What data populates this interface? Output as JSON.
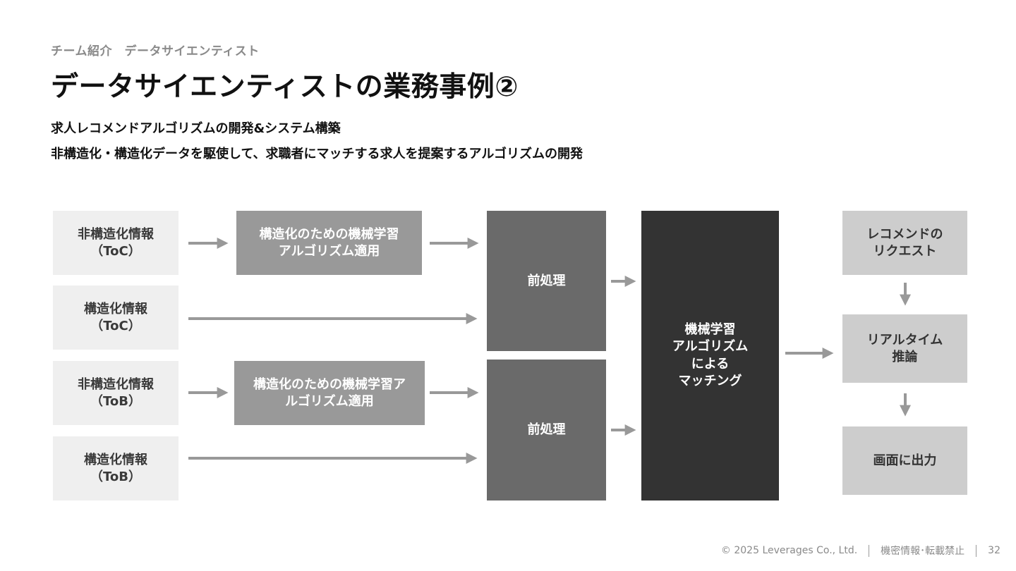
{
  "header": {
    "eyebrow": "チーム紹介　データサイエンティスト",
    "title": "データサイエンティストの業務事例②",
    "subtitle_1": "求人レコメンドアルゴリズムの開発&システム構築",
    "subtitle_2": "非構造化・構造化データを駆使して、求職者にマッチする求人を提案するアルゴリズムの開発"
  },
  "diagram": {
    "inputs": [
      "非構造化情報\n（ToC）",
      "構造化情報\n（ToC）",
      "非構造化情報\n（ToB）",
      "構造化情報\n（ToB）"
    ],
    "ml_boxes": [
      "構造化のための機械学習\nアルゴリズム適用",
      "構造化のための機械学習ア\nルゴリズム適用"
    ],
    "preprocess": [
      "前処理",
      "前処理"
    ],
    "core": "機械学習\nアルゴリズム\nによる\nマッチング",
    "right_steps": [
      "レコメンドの\nリクエスト",
      "リアルタイム\n推論",
      "画面に出力"
    ],
    "colors": {
      "input": "#efefef",
      "ml": "#999999",
      "preprocess": "#6a6a6a",
      "core": "#333333",
      "right": "#cdcdcd",
      "arrow": "#999999"
    }
  },
  "footer": {
    "copyright": "©  2025 Leverages Co., Ltd.",
    "confidential": "機密情報･転載禁止",
    "page_number": "32"
  }
}
